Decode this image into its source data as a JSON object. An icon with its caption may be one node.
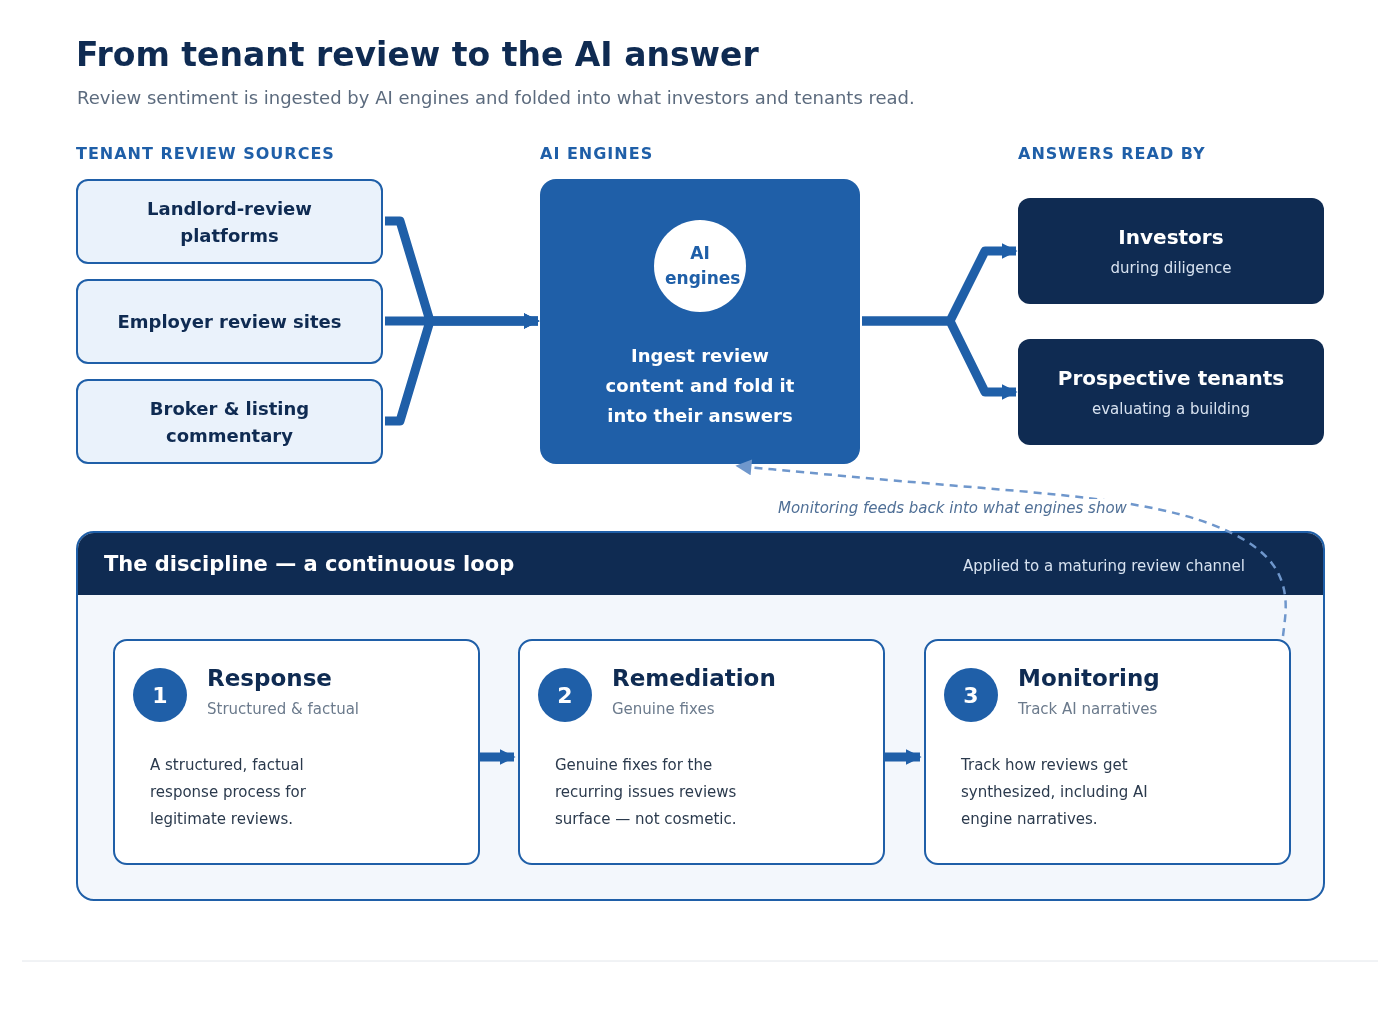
{
  "diagram": {
    "title": "From tenant review to the AI answer",
    "nodes": [
      {
        "text": [
          "Landlord-review platforms"
        ]
      },
      {
        "text": [
          "Employer review sites"
        ]
      },
      {
        "text": [
          "Broker & listing commentary"
        ]
      },
      {
        "text": [
          "Ingest review content and fold it into their answers"
        ]
      },
      {
        "text": [
          "AI engines"
        ],
        "in": 3
      },
      {
        "text": [
          "Investors",
          "during diligence"
        ]
      },
      {
        "text": [
          "Prospective tenants",
          "evaluating a building"
        ]
      },
      {
        "text": [
          "The discipline — a continuous loop",
          "Applied to a maturing review channel"
        ]
      },
      {
        "text": [
          "1",
          "Response",
          "Structured & factual",
          "A structured, factual response process for legitimate reviews."
        ],
        "in": 7
      },
      {
        "text": [
          "2",
          "Remediation",
          "Genuine fixes",
          "Genuine fixes for the recurring issues reviews surface — not cosmetic."
        ],
        "in": 7
      },
      {
        "text": [
          "3",
          "Monitoring",
          "Track AI narratives",
          "Track how reviews get synthesized, including AI engine narratives."
        ],
        "in": 7
      }
    ],
    "edges": [
      {
        "from": 0,
        "to": 3,
        "arrow": "to"
      },
      {
        "from": 1,
        "to": 3,
        "arrow": "to"
      },
      {
        "from": 2,
        "to": 3,
        "arrow": "to"
      },
      {
        "from": 3,
        "to": 5,
        "arrow": "to"
      },
      {
        "from": 3,
        "to": 6,
        "arrow": "to"
      },
      {
        "from": 8,
        "to": 9,
        "arrow": "to"
      },
      {
        "from": 9,
        "to": 10,
        "arrow": "to"
      },
      {
        "from": 10,
        "to": 3,
        "arrow": "to",
        "style": "dashed",
        "color": "#6f97cc",
        "label": "Monitoring feeds back into what engines show"
      }
    ],
    "labels": [
      "Review sentiment is ingested by AI engines and folded into what investors and tenants read.",
      "TENANT REVIEW SOURCES",
      "AI ENGINES",
      "ANSWERS READ BY"
    ]
  }
}
